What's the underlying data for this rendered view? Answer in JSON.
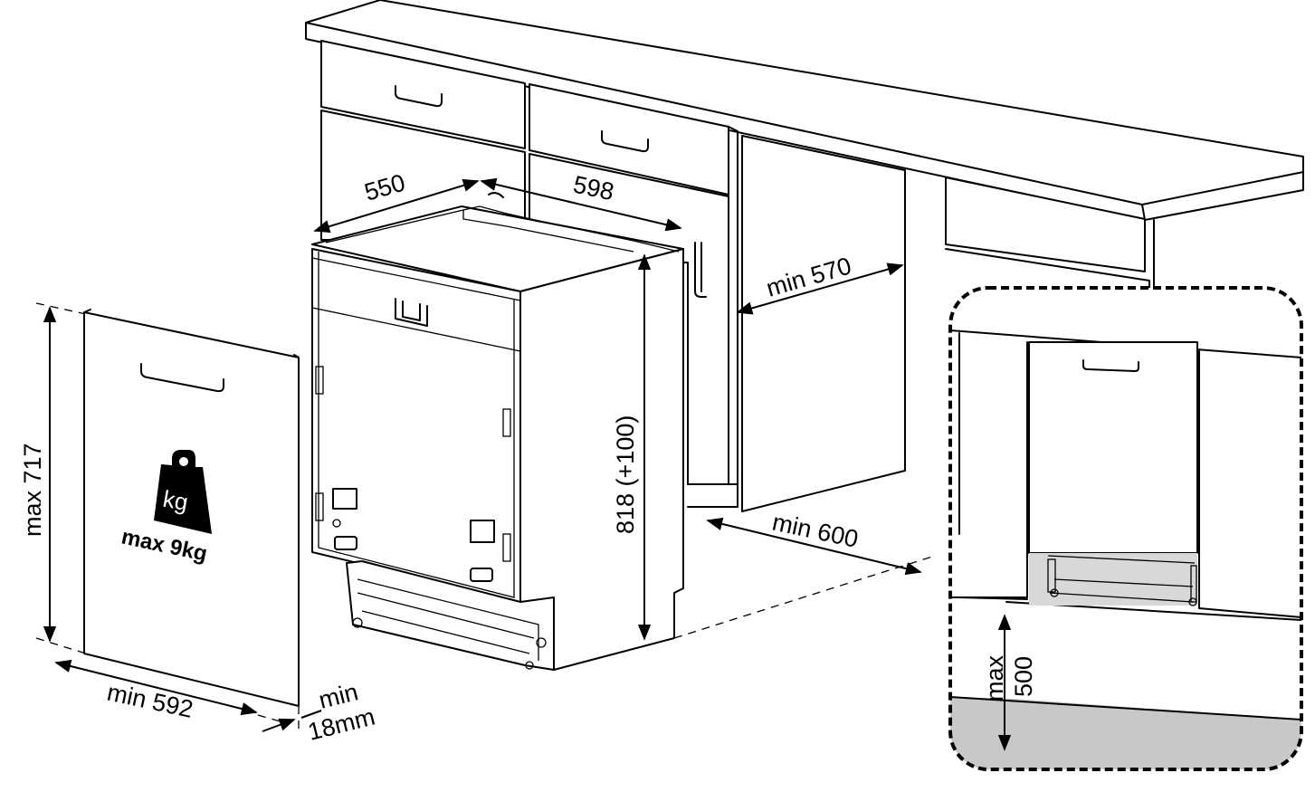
{
  "dimensions": {
    "depth": "550",
    "width": "598",
    "height": "818 (+100)",
    "niche_depth": "min 570",
    "niche_width": "min 600",
    "panel_height": "max 717",
    "panel_width": "min 592",
    "panel_thickness_line1": "min",
    "panel_thickness_line2": "18mm",
    "plinth_line1": "max",
    "plinth_line2": "500"
  },
  "weight": {
    "icon": "kg-weight-icon",
    "icon_text": "kg",
    "label": "max 9kg"
  },
  "colors": {
    "line": "#000000",
    "background": "#ffffff",
    "floor_gray": "#c8c8c8"
  }
}
